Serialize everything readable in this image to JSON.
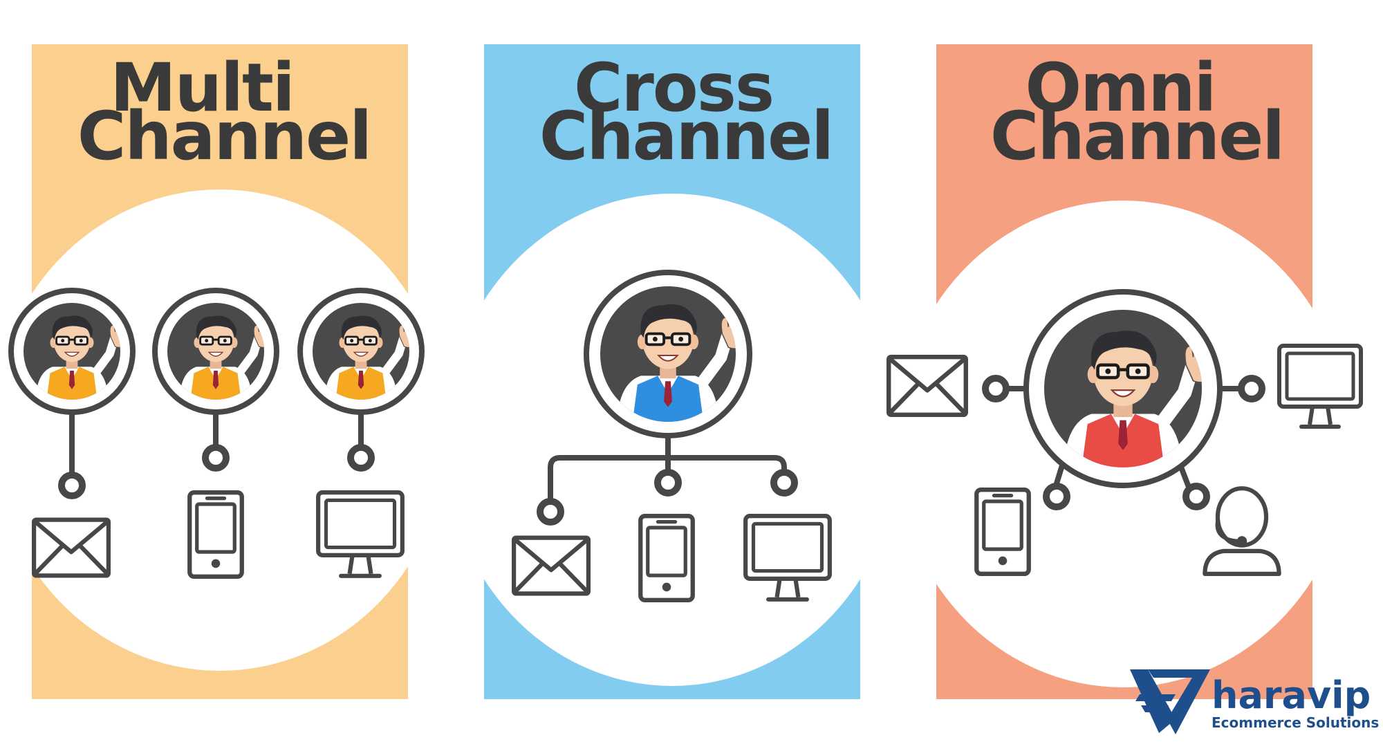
{
  "colors": {
    "multi": "#fbd08e",
    "cross": "#82cdef",
    "omni": "#f5a080",
    "line": "#474747",
    "avatar_bg": "#4a4a4a",
    "vest_yellow": "#f6a820",
    "vest_blue": "#2e8ee0",
    "vest_red": "#e84c44",
    "brand": "#1f4e8c"
  },
  "panels": [
    {
      "line1": "Multi",
      "line2": "Channel"
    },
    {
      "line1": "Cross",
      "line2": "Channel"
    },
    {
      "line1": "Omni",
      "line2": "Channel"
    }
  ],
  "logo": {
    "word": "haravip",
    "tagline": "Ecommerce Solutions"
  },
  "icons": {
    "multi": [
      "mail-icon",
      "phone-icon",
      "monitor-icon"
    ],
    "cross": [
      "mail-icon",
      "phone-icon",
      "monitor-icon"
    ],
    "omni": [
      "mail-icon",
      "monitor-icon",
      "phone-icon",
      "headset-icon"
    ]
  }
}
